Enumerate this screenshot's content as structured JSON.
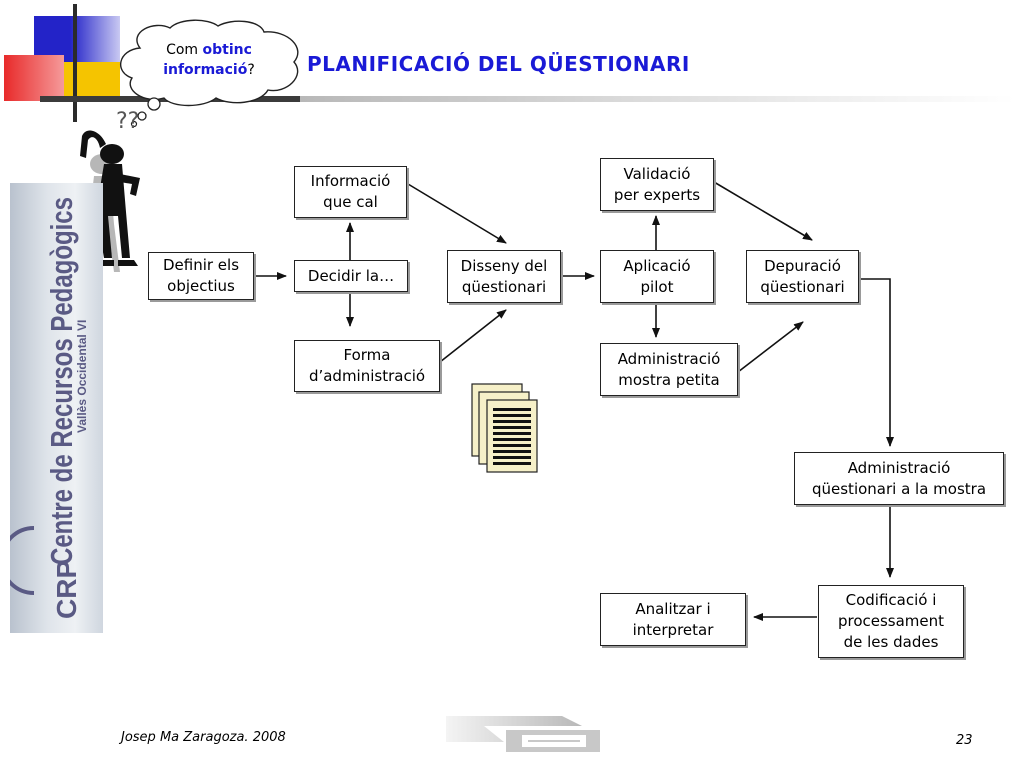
{
  "slide": {
    "title": "PLANIFICACIÓ DEL QÜESTIONARI",
    "footer_author": "Josep Ma Zaragoza. 2008",
    "page_number": "23"
  },
  "bubble": {
    "line1_plain": "Com ",
    "line1_bold": "obtinc",
    "line2_bold": "informació",
    "line2_plain": "?"
  },
  "thinker_marks": "??",
  "logo": {
    "main": "Centre de Recursos Pedagògics",
    "sub": "Vallès Occidental VI",
    "acronym": "CRP"
  },
  "colors": {
    "title": "#1a1ad6",
    "deco_blue": "#2323c8",
    "deco_yellow": "#f5c400",
    "deco_red": "#e03030",
    "logo_text": "#5a5a84"
  },
  "flow": {
    "definir": "Definir els\nobjectius",
    "informacio": "Informació\nque cal",
    "decidir": "Decidir la…",
    "forma": "Forma\nd’administració",
    "disseny": "Disseny del\nqüestionari",
    "validacio": "Validació\nper experts",
    "aplicacio": "Aplicació\npilot",
    "administracio_petita": "Administració\nmostra petita",
    "depuracio": "Depuració\nqüestionari",
    "administracio_mostra": "Administració\nqüestionari a la mostra",
    "codificacio": "Codificació  i\nprocessament\nde les dades",
    "analitzar": "Analitzar i\ninterpretar"
  }
}
